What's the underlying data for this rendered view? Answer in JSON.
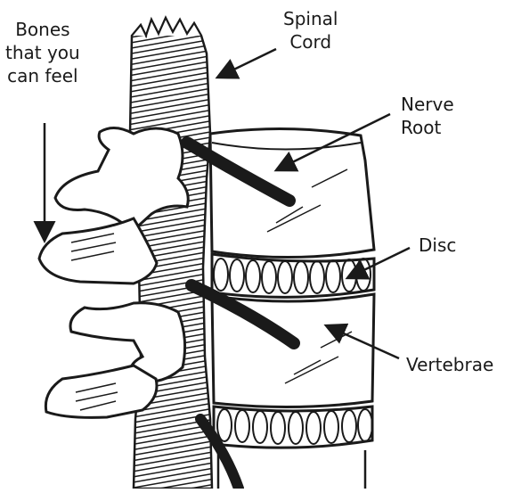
{
  "labels": {
    "spinal_cord": [
      "Spinal",
      "Cord"
    ],
    "bones": [
      "Bones",
      "that you",
      "can feel"
    ],
    "nerve_root": [
      "Nerve",
      "Root"
    ],
    "disc": "Disc",
    "vertebrae": "Vertebrae"
  },
  "colors": {
    "ink": "#1a1a1a",
    "background": "#ffffff"
  }
}
